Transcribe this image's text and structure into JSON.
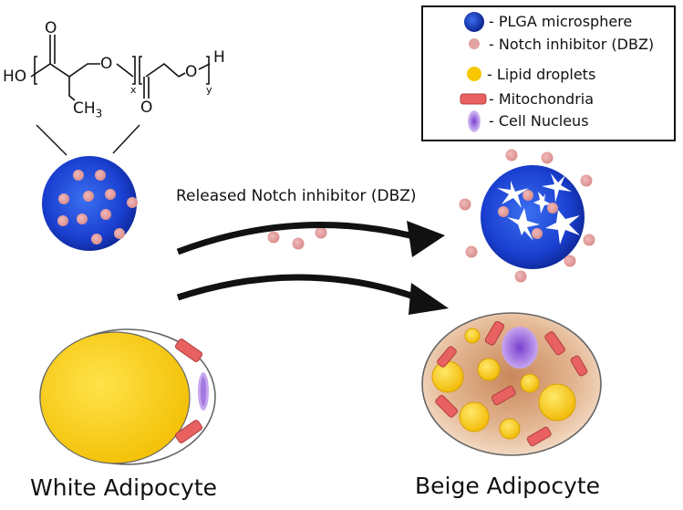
{
  "chemistry": {
    "ho": "HO",
    "oxygen_1": "O",
    "oxygen_carbonyl_1": "O",
    "ch3": "CH",
    "ch3_sub": "3",
    "x_sub": "x",
    "oxygen_carbonyl_2": "O",
    "oxygen_2": "O",
    "y_sub": "y",
    "h": "H"
  },
  "arrow_label": "Released Notch inhibitor (DBZ)",
  "legend": {
    "items": [
      {
        "label": "- PLGA microsphere",
        "icon": "plga-microsphere-icon"
      },
      {
        "label": "- Notch inhibitor (DBZ)",
        "icon": "notch-inhibitor-icon"
      },
      {
        "label": "- Lipid droplets",
        "icon": "lipid-droplet-icon"
      },
      {
        "label": "- Mitochondria",
        "icon": "mitochondria-icon"
      },
      {
        "label": "- Cell Nucleus",
        "icon": "cell-nucleus-icon"
      }
    ]
  },
  "captions": {
    "white": "White Adipocyte",
    "beige": "Beige Adipocyte"
  },
  "colors": {
    "plga_blue": "#1a3fd0",
    "dbz_pink": "#e8a0a0",
    "lipid_yellow": "#f7c700",
    "mitochondria_red": "#e86060",
    "nucleus_purple": "#9c6ad8",
    "beige_cytoplasm": "#e2b28c"
  }
}
